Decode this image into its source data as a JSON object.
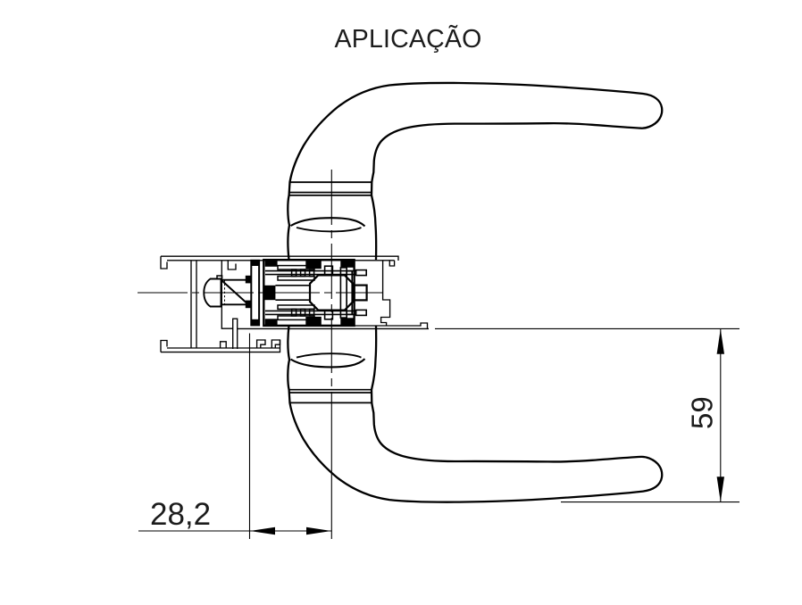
{
  "title": "APLICAÇÃO",
  "dimensions": {
    "width": {
      "value": "28,2"
    },
    "height": {
      "value": "59"
    }
  },
  "drawing": {
    "subject": "door-handle-pair-mounted-on-aluminium-profile-cross-section",
    "components": [
      "lever-handle-top",
      "lever-handle-bottom",
      "aluminium-frame-profile",
      "handle-spindle-mechanism",
      "fixing-screws",
      "center-lines",
      "dimension-lines"
    ],
    "colors": {
      "line": "#000000",
      "background": "#ffffff",
      "text": "#1c1c1c"
    }
  }
}
